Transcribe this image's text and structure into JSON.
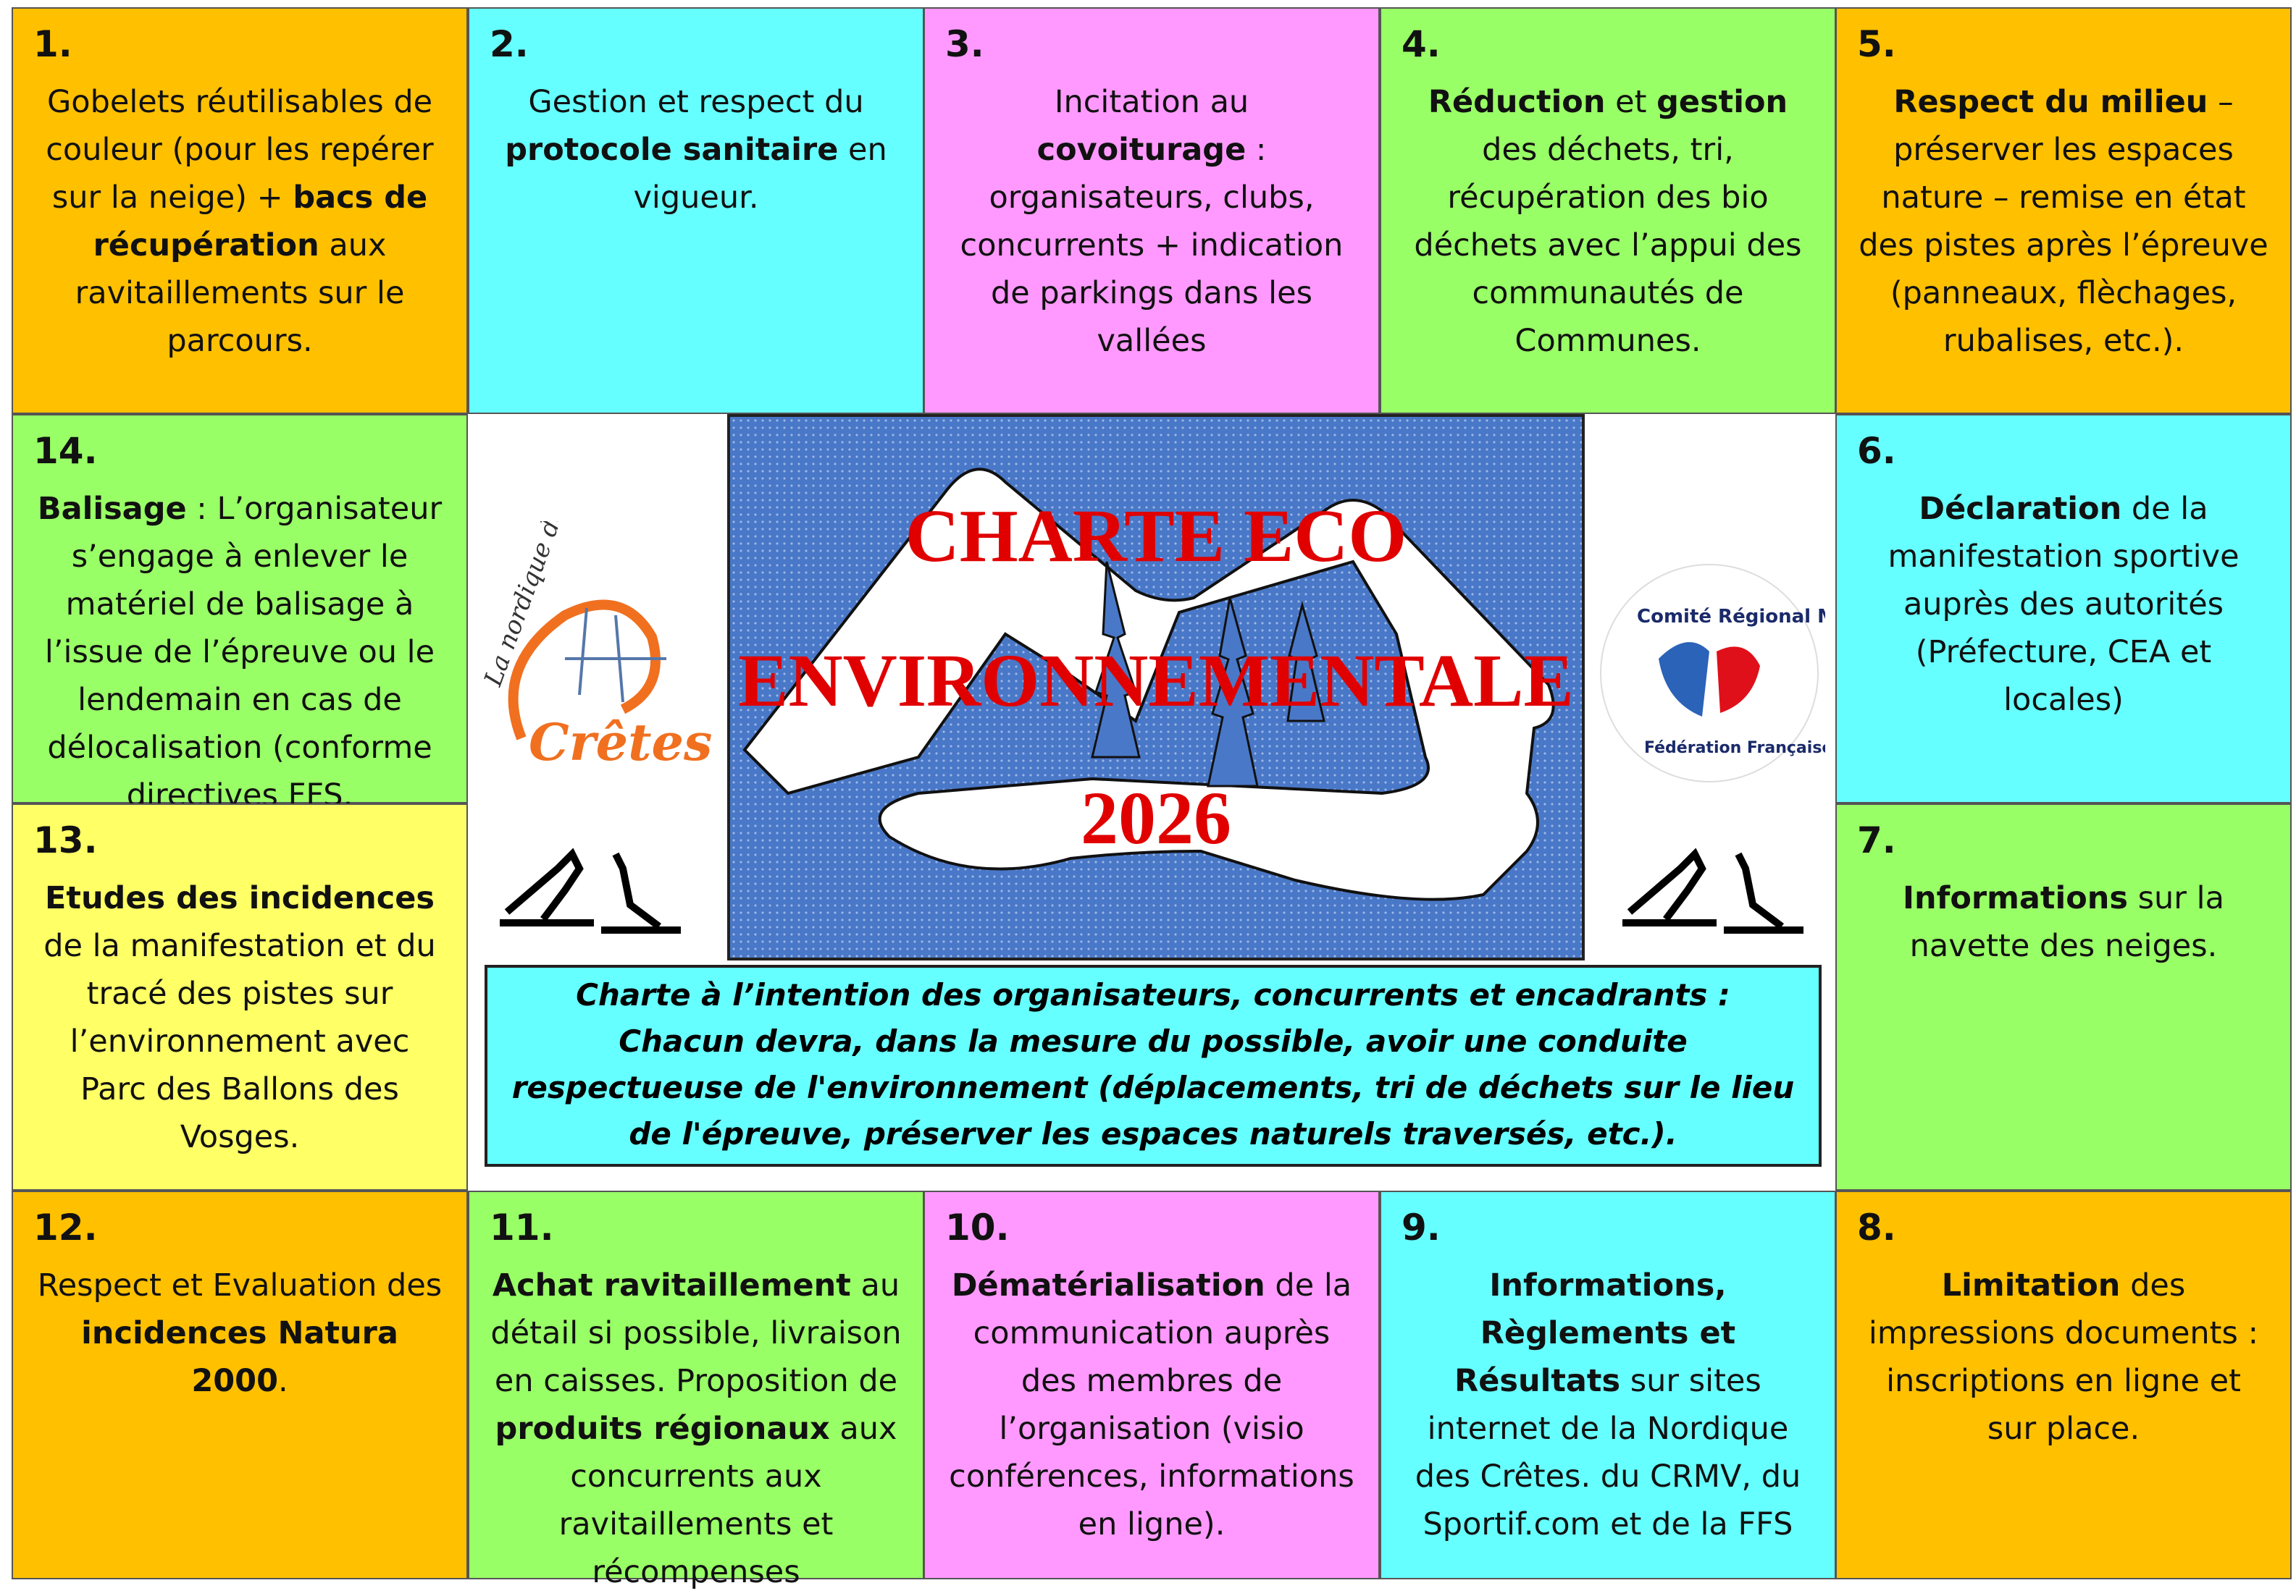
{
  "cells": [
    {
      "id": "1",
      "num": "1.",
      "color": "orange",
      "col": 0,
      "row": 0,
      "parts": [
        {
          "t": "Gobelets réutilisables de couleur (pour les repérer sur la neige) + "
        },
        {
          "t": "bacs de récupération",
          "b": true
        },
        {
          "t": " aux ravitaillements sur le parcours."
        }
      ]
    },
    {
      "id": "2",
      "num": "2.",
      "color": "cyan",
      "col": 1,
      "row": 0,
      "parts": [
        {
          "t": "Gestion et respect du "
        },
        {
          "t": "protocole sanitaire",
          "b": true
        },
        {
          "t": " en vigueur."
        }
      ]
    },
    {
      "id": "3",
      "num": "3.",
      "color": "pink",
      "col": 2,
      "row": 0,
      "parts": [
        {
          "t": "Incitation au "
        },
        {
          "t": "covoiturage",
          "b": true
        },
        {
          "t": " : organisateurs, clubs, concurrents + indication de parkings dans les vallées"
        }
      ]
    },
    {
      "id": "4",
      "num": "4.",
      "color": "green",
      "col": 3,
      "row": 0,
      "parts": [
        {
          "t": "Réduction",
          "b": true
        },
        {
          "t": " et "
        },
        {
          "t": "gestion",
          "b": true
        },
        {
          "t": " des déchets, tri, récupération des bio déchets avec l’appui des communautés de Communes."
        }
      ]
    },
    {
      "id": "5",
      "num": "5.",
      "color": "orange",
      "col": 4,
      "row": 0,
      "parts": [
        {
          "t": "Respect du milieu",
          "b": true
        },
        {
          "t": " – préserver les espaces nature – remise en état des pistes après l’épreuve (panneaux, flèchages, rubalises, etc.)."
        }
      ]
    },
    {
      "id": "14",
      "num": "14.",
      "color": "green",
      "col": 0,
      "row": 1,
      "parts": [
        {
          "t": "Balisage",
          "b": true
        },
        {
          "t": " : L’organisateur s’engage à enlever le matériel de balisage à l’issue de l’épreuve ou le lendemain en cas de délocalisation (conforme directives FFS."
        }
      ]
    },
    {
      "id": "6",
      "num": "6.",
      "color": "cyan",
      "col": 4,
      "row": 1,
      "parts": [
        {
          "t": "Déclaration",
          "b": true
        },
        {
          "t": " de la manifestation sportive auprès des autorités (Préfecture, CEA et locales)"
        }
      ]
    },
    {
      "id": "13",
      "num": "13.",
      "color": "yellow",
      "col": 0,
      "row": 2,
      "parts": [
        {
          "t": "Etudes des incidences",
          "b": true
        },
        {
          "t": " de la manifestation et du tracé des pistes sur l’environnement avec Parc des Ballons des Vosges."
        }
      ]
    },
    {
      "id": "7",
      "num": "7.",
      "color": "green",
      "col": 4,
      "row": 2,
      "parts": [
        {
          "t": "Informations",
          "b": true
        },
        {
          "t": " sur la navette des neiges."
        }
      ]
    },
    {
      "id": "12",
      "num": "12.",
      "color": "orange",
      "col": 0,
      "row": 3,
      "parts": [
        {
          "t": "Respect et Evaluation des "
        },
        {
          "t": "incidences Natura 2000",
          "b": true
        },
        {
          "t": "."
        }
      ]
    },
    {
      "id": "11",
      "num": "11.",
      "color": "green",
      "col": 1,
      "row": 3,
      "parts": [
        {
          "t": "Achat ravitaillement",
          "b": true
        },
        {
          "t": " au détail si possible, livraison en caisses. Proposition de "
        },
        {
          "t": "produits régionaux",
          "b": true
        },
        {
          "t": " aux concurrents aux ravitaillements et récompenses"
        }
      ]
    },
    {
      "id": "10",
      "num": "10.",
      "color": "pink",
      "col": 2,
      "row": 3,
      "parts": [
        {
          "t": "Dématérialisation",
          "b": true
        },
        {
          "t": " de la communication auprès des membres de l’organisation (visio conférences, informations en ligne)."
        }
      ]
    },
    {
      "id": "9",
      "num": "9.",
      "color": "cyan",
      "col": 3,
      "row": 3,
      "parts": [
        {
          "t": "Informations, Règlements et Résultats",
          "b": true
        },
        {
          "t": " sur sites internet de la Nordique des Crêtes. du CRMV, du Sportif.com et de la FFS"
        }
      ]
    },
    {
      "id": "8",
      "num": "8.",
      "color": "orange",
      "col": 4,
      "row": 3,
      "parts": [
        {
          "t": "Limitation",
          "b": true
        },
        {
          "t": " des impressions documents : inscriptions en ligne et sur place."
        }
      ]
    }
  ],
  "hero": {
    "line1": "CHARTE ECO",
    "line2": "ENVIRONNEMENTALE",
    "year": "2026"
  },
  "charter": {
    "line1": "Charte à l’intention des organisateurs, concurrents et encadrants :",
    "line2": "Chacun devra, dans la mesure du possible, avoir une conduite respectueuse de l'environnement (déplacements, tri de déchets sur le lieu de l'épreuve, préserver les espaces naturels traversés, etc.)."
  },
  "logos": {
    "left": "La nordique des Crêtes",
    "right": "Comité Régional Massif des Vosges — Fédération Française de Ski"
  }
}
